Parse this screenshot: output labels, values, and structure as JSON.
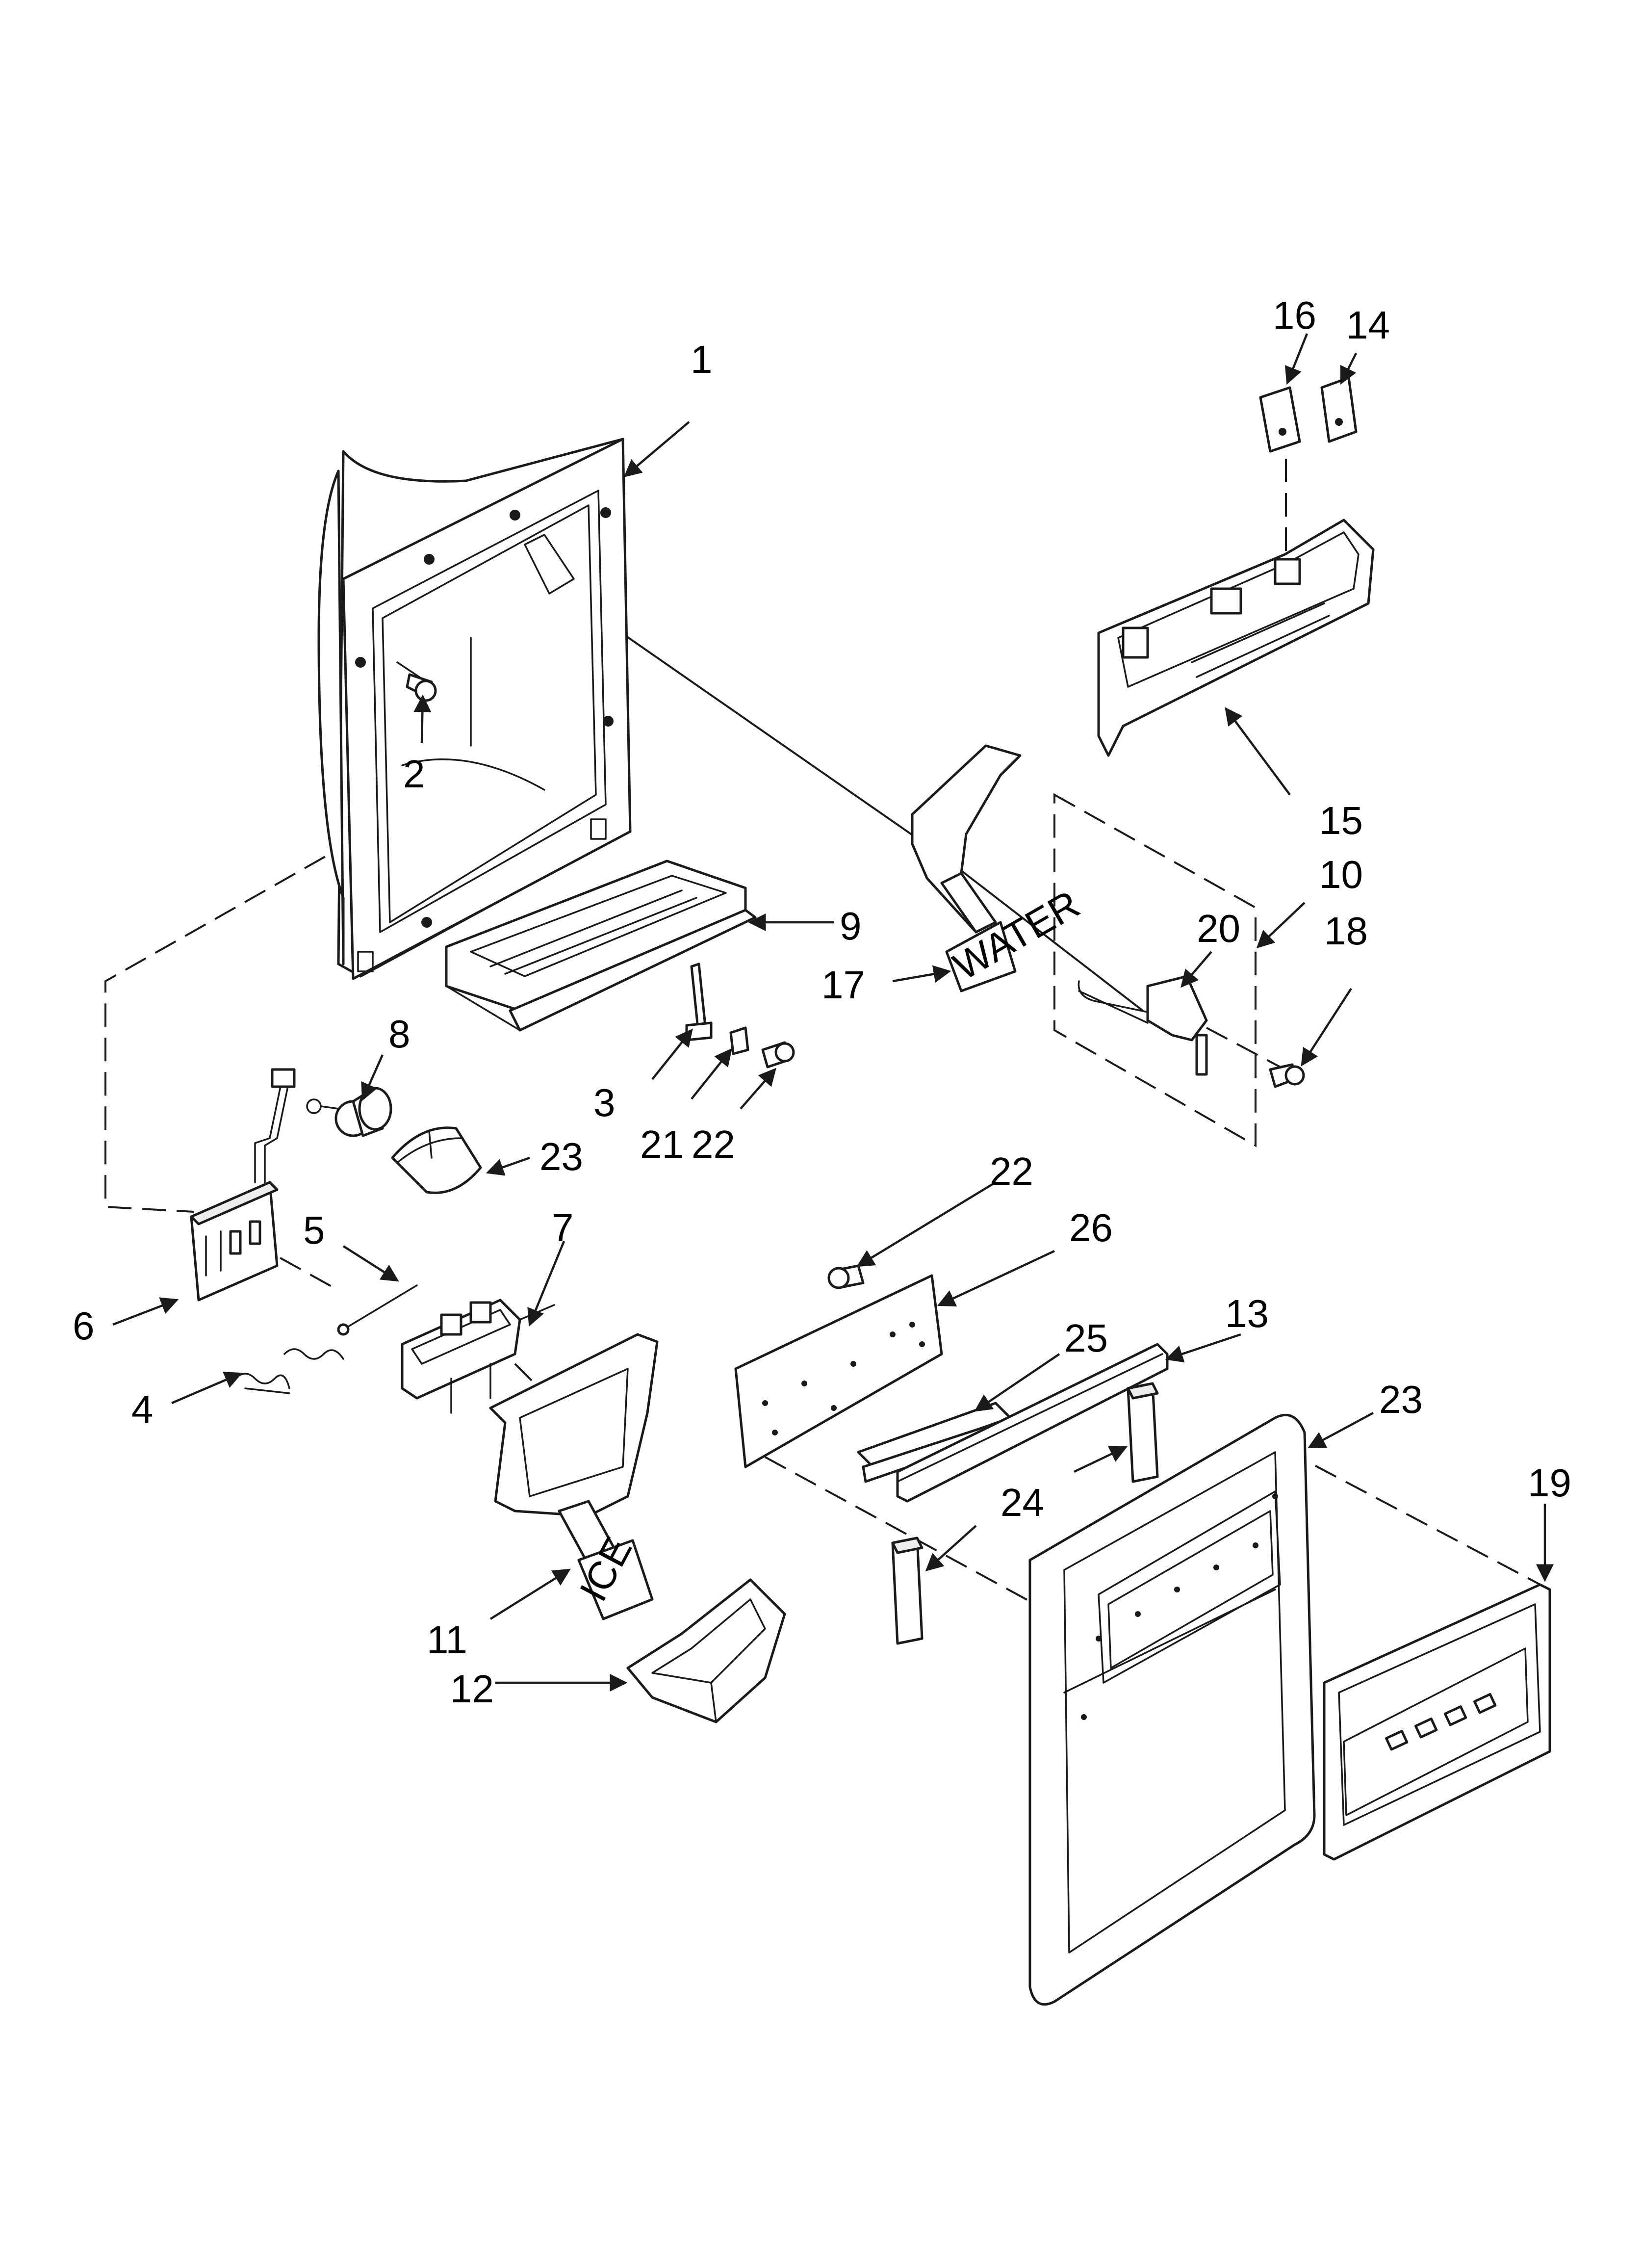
{
  "diagram": {
    "labels": {
      "c1": "1",
      "c2": "2",
      "c3": "3",
      "c4": "4",
      "c5": "5",
      "c6": "6",
      "c7": "7",
      "c8": "8",
      "c9": "9",
      "c10": "10",
      "c11": "11",
      "c12": "12",
      "c13": "13",
      "c14": "14",
      "c15": "15",
      "c16": "16",
      "c17": "17",
      "c18": "18",
      "c19": "19",
      "c20": "20",
      "c21": "21",
      "c22a": "22",
      "c22b": "22",
      "c23a": "23",
      "c23b": "23",
      "c24": "24",
      "c25": "25",
      "c26": "26"
    },
    "paddle_labels": {
      "water": "WATER",
      "ice": "ICE"
    }
  }
}
